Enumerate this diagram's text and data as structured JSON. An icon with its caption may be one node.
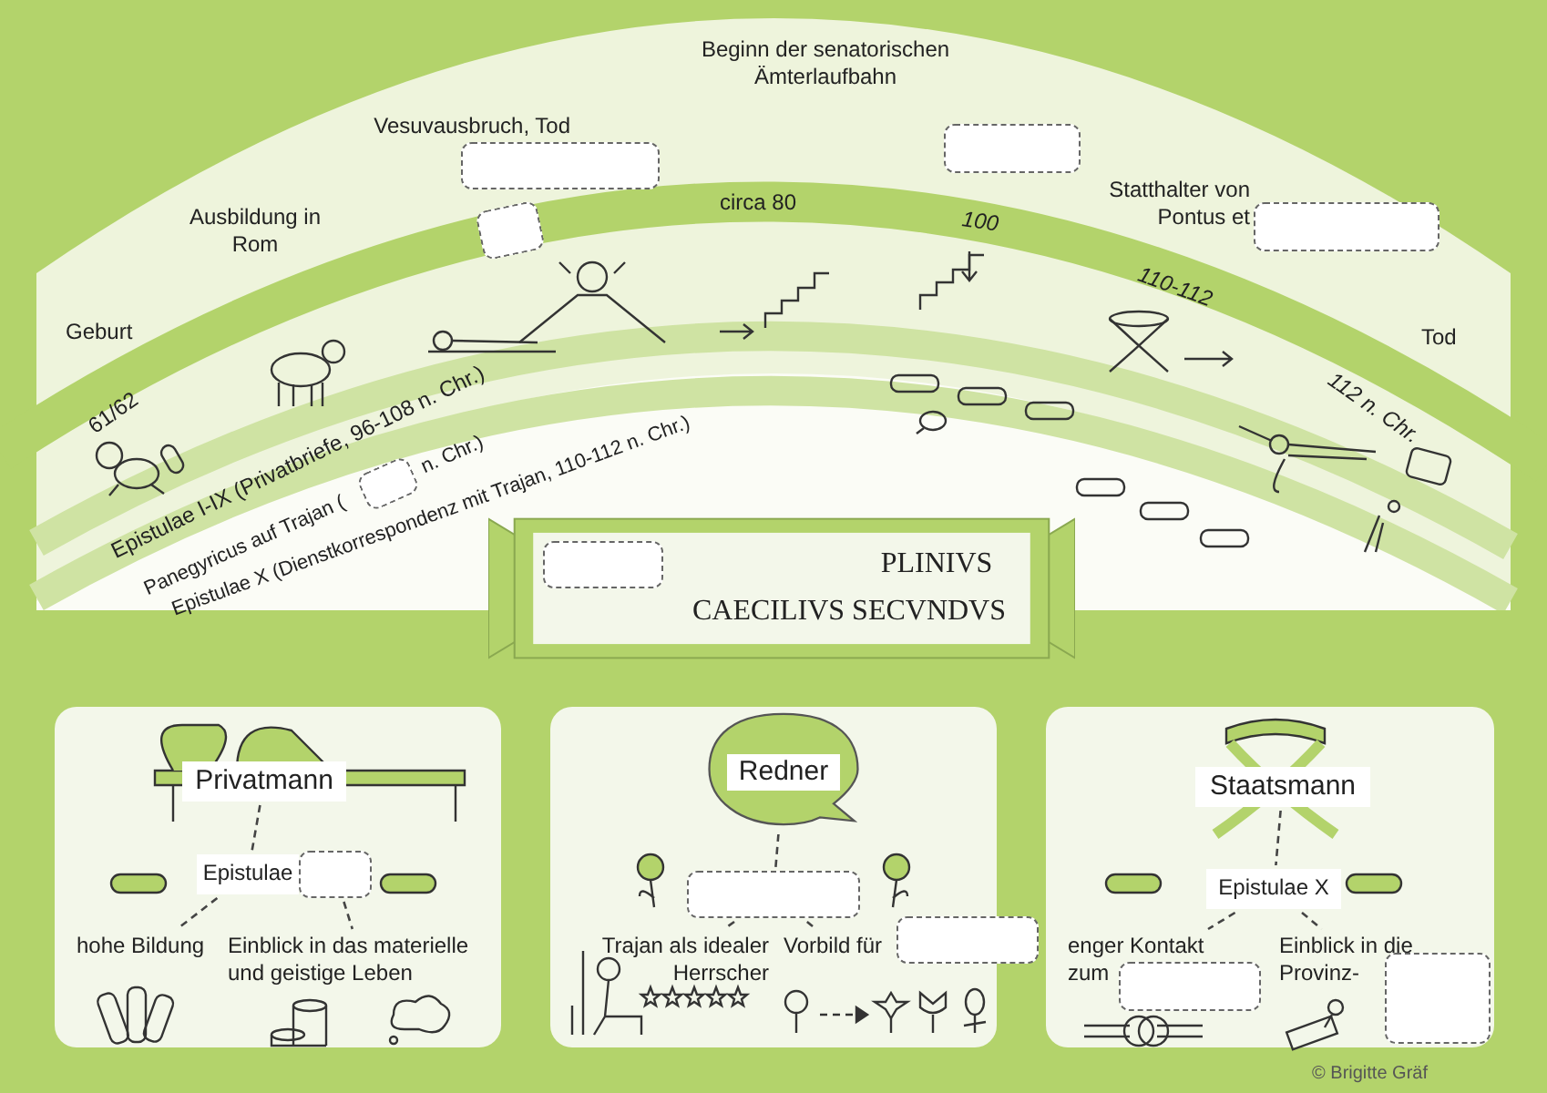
{
  "diagram": {
    "nodes": [
      {
        "text": [
          "PLINIVS CAECILIVS SECVNDVS"
        ]
      },
      {
        "text": [],
        "shape": "box"
      },
      {
        "text": [
          "Privatmann"
        ],
        "in": 1
      },
      {
        "text": [
          "Epistulae"
        ],
        "in": 1
      },
      {
        "text": [],
        "shape": "box",
        "in": 1
      },
      {
        "text": [
          "hohe Bildung"
        ],
        "in": 1
      },
      {
        "text": [
          "Einblick in das materielle und geistige Leben"
        ],
        "in": 1
      },
      {
        "text": [],
        "shape": "box"
      },
      {
        "text": [
          "Redner"
        ],
        "in": 7
      },
      {
        "text": [],
        "shape": "box",
        "in": 7
      },
      {
        "text": [
          "Trajan als idealer Herrscher"
        ],
        "in": 7
      },
      {
        "text": [
          "Vorbild für"
        ],
        "in": 7
      },
      {
        "text": [],
        "shape": "box"
      },
      {
        "text": [
          "Staatsmann"
        ],
        "in": 12
      },
      {
        "text": [
          "Epistulae X"
        ],
        "in": 12
      },
      {
        "text": [
          "enger Kontakt zum"
        ],
        "in": 12
      },
      {
        "text": [
          "Einblick in die Provinz-"
        ],
        "in": 12
      },
      {
        "text": [],
        "shape": "box"
      },
      {
        "text": [],
        "shape": "box"
      },
      {
        "text": [],
        "shape": "box"
      },
      {
        "text": [],
        "shape": "box"
      },
      {
        "text": [],
        "shape": "box"
      },
      {
        "text": [],
        "shape": "box",
        "in": 0
      },
      {
        "text": [],
        "shape": "box",
        "in": 7
      },
      {
        "text": [],
        "shape": "box",
        "in": 12
      },
      {
        "text": [],
        "shape": "box",
        "in": 12
      }
    ],
    "edges": [
      {
        "from": 2,
        "to": 3,
        "arrow": "none",
        "style": "dashed"
      },
      {
        "from": 3,
        "to": 5,
        "arrow": "none",
        "style": "dashed"
      },
      {
        "from": 4,
        "to": 6,
        "arrow": "none",
        "style": "dashed"
      },
      {
        "from": 8,
        "to": 9,
        "arrow": "none",
        "style": "dashed"
      },
      {
        "from": 9,
        "to": 10,
        "arrow": "none",
        "style": "dashed"
      },
      {
        "from": 9,
        "to": 11,
        "arrow": "none",
        "style": "dashed"
      },
      {
        "from": 13,
        "to": 14,
        "arrow": "none",
        "style": "dashed"
      },
      {
        "from": 14,
        "to": 15,
        "arrow": "none",
        "style": "dashed"
      },
      {
        "from": 14,
        "to": 16,
        "arrow": "none",
        "style": "dashed"
      }
    ],
    "labels": [
      "Beginn der senatorischen Ämterlaufbahn",
      "Vesuvausbruch, Tod des",
      "circa 80",
      "Ausbildung in Rom",
      "100",
      "Statthalter von Pontus et",
      "110-112",
      "Geburt",
      "Tod",
      "61/62",
      "112 n. Chr.",
      "Epistulae I-IX (Privatbriefe, 96-108 n. Chr.)",
      "Panegyricus auf Trajan (",
      "n. Chr.)",
      "Epistulae X (Dienstkorrespondenz mit Trajan, 110-112 n. Chr.)",
      "© Brigitte Gräf"
    ]
  }
}
